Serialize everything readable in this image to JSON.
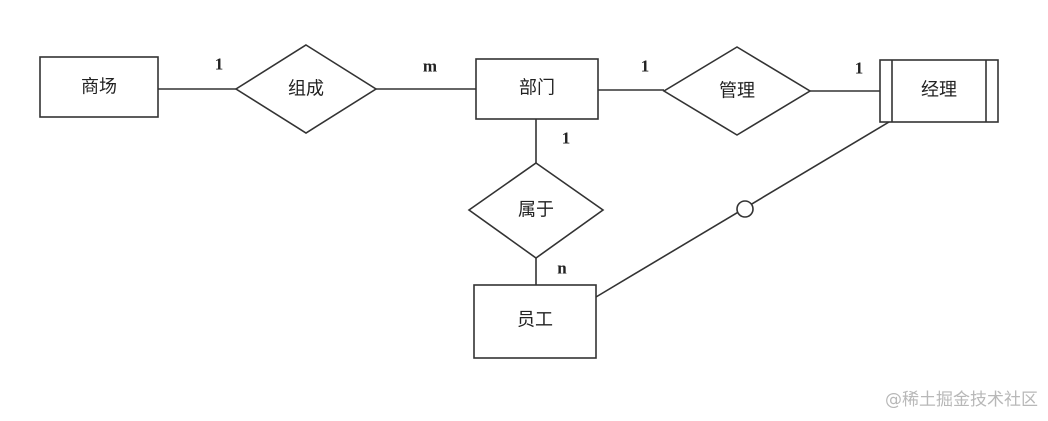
{
  "entities": {
    "mall": "商场",
    "department": "部门",
    "manager": "经理",
    "employee": "员工"
  },
  "relationships": {
    "compose": "组成",
    "manage": "管理",
    "belong": "属于"
  },
  "cardinalities": {
    "mall_compose": "1",
    "compose_department": "m",
    "department_manage": "1",
    "manage_manager": "1",
    "department_belong": "1",
    "belong_employee": "n"
  },
  "watermark": "@稀土掘金技术社区"
}
